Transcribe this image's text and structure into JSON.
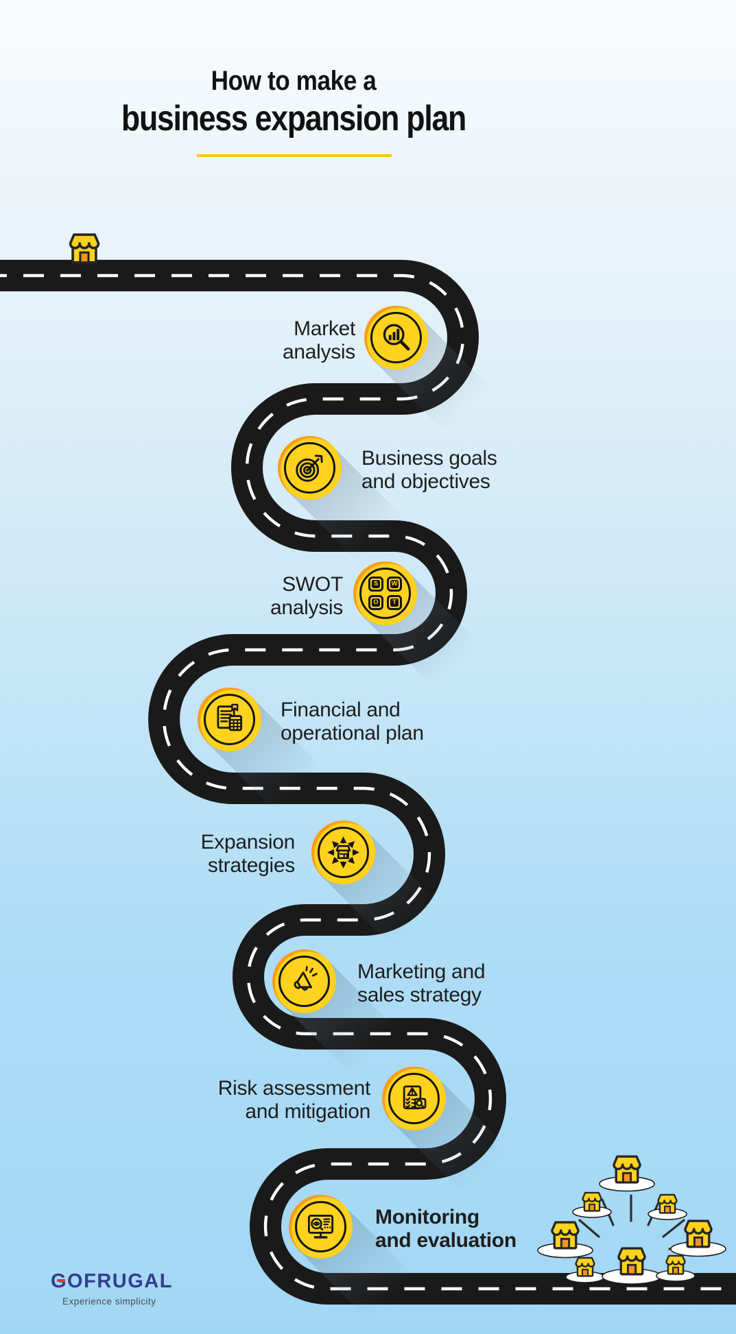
{
  "title": {
    "line1": "How to make a",
    "line2": "business expansion plan"
  },
  "steps": [
    {
      "label": "Market analysis",
      "lines": [
        "Market",
        "analysis"
      ],
      "icon": "magnifier-bar-chart"
    },
    {
      "label": "Business goals and objectives",
      "lines": [
        "Business goals",
        "and objectives"
      ],
      "icon": "target-arrow"
    },
    {
      "label": "SWOT analysis",
      "lines": [
        "SWOT",
        "analysis"
      ],
      "icon": "swot-grid",
      "letters": [
        "S",
        "W",
        "O",
        "T"
      ]
    },
    {
      "label": "Financial and operational plan",
      "lines": [
        "Financial and",
        "operational plan"
      ],
      "icon": "document-calculator"
    },
    {
      "label": "Expansion strategies",
      "lines": [
        "Expansion",
        "strategies"
      ],
      "icon": "store-expansion-arrows"
    },
    {
      "label": "Marketing and sales strategy",
      "lines": [
        "Marketing and",
        "sales strategy"
      ],
      "icon": "megaphone"
    },
    {
      "label": "Risk assessment and mitigation",
      "lines": [
        "Risk assessment",
        "and mitigation"
      ],
      "icon": "risk-checklist-magnifier"
    },
    {
      "label": "Monitoring and evaluation",
      "lines": [
        "Monitoring",
        "and evaluation"
      ],
      "icon": "monitor-eye-magnifier"
    }
  ],
  "footer": {
    "brand": "GOFRUGAL",
    "tagline": "Experience simplicity"
  },
  "colors": {
    "background_top": "#F8FBFD",
    "background_bottom": "#A2D7F4",
    "road": "#1A1A1A",
    "road_dash": "#FFFFFF",
    "coin_yellow": "#FFD21E",
    "coin_orange": "#F99D1C",
    "icon_line": "#161616",
    "accent_underline": "#FFC70D",
    "text": "#1E1E1E",
    "brand_navy": "#333D8F",
    "brand_red": "#E6392F",
    "store_door_orange": "#F7941D"
  }
}
